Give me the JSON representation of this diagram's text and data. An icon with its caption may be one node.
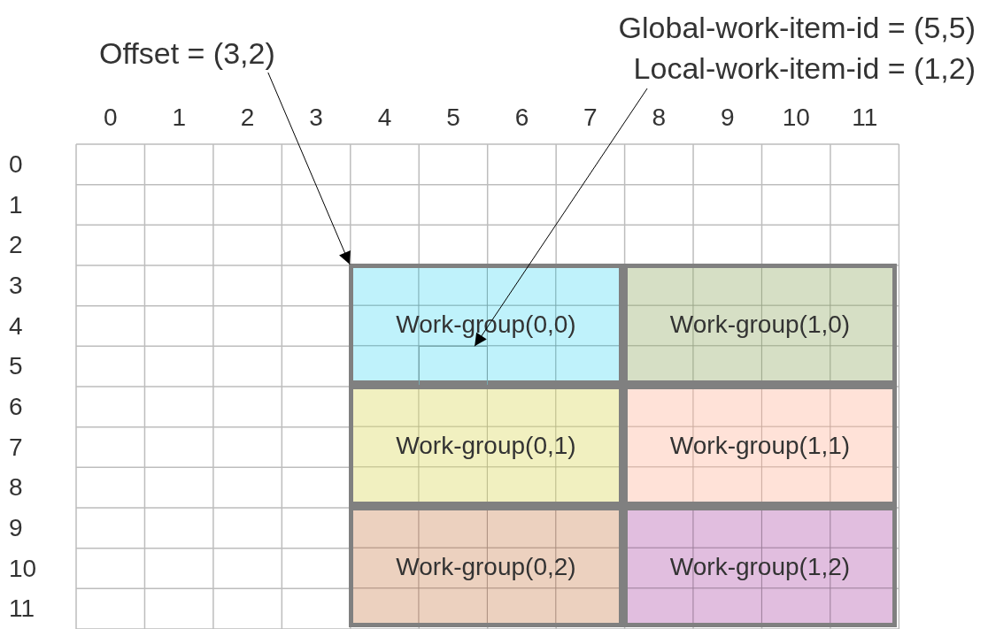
{
  "diagram": {
    "nodes": [
      {
        "text": [
          "Offset = (3,2)"
        ]
      },
      {
        "text": [
          "Global-work-item-id = (5,5)",
          "Local-work-item-id = (1,2)"
        ]
      },
      {
        "text": [
          "Work-group(0,0)"
        ]
      },
      {
        "text": [
          "Work-group(1,0)"
        ]
      },
      {
        "text": [
          "Work-group(0,1)"
        ]
      },
      {
        "text": [
          "Work-group(1,1)"
        ]
      },
      {
        "text": [
          "Work-group(0,2)"
        ]
      },
      {
        "text": [
          "Work-group(1,2)"
        ]
      },
      {
        "text": [],
        "shape": "box",
        "in": 2
      }
    ],
    "edges": [
      {
        "from": 0,
        "to": 2,
        "arrow": "to"
      },
      {
        "from": 1,
        "to": 8,
        "arrow": "to"
      }
    ],
    "labels": [
      "0",
      "1",
      "2",
      "3",
      "4",
      "5",
      "6",
      "7",
      "8",
      "9",
      "10",
      "11",
      "0",
      "1",
      "2",
      "3",
      "4",
      "5",
      "6",
      "7",
      "8",
      "9",
      "10",
      "11"
    ]
  }
}
